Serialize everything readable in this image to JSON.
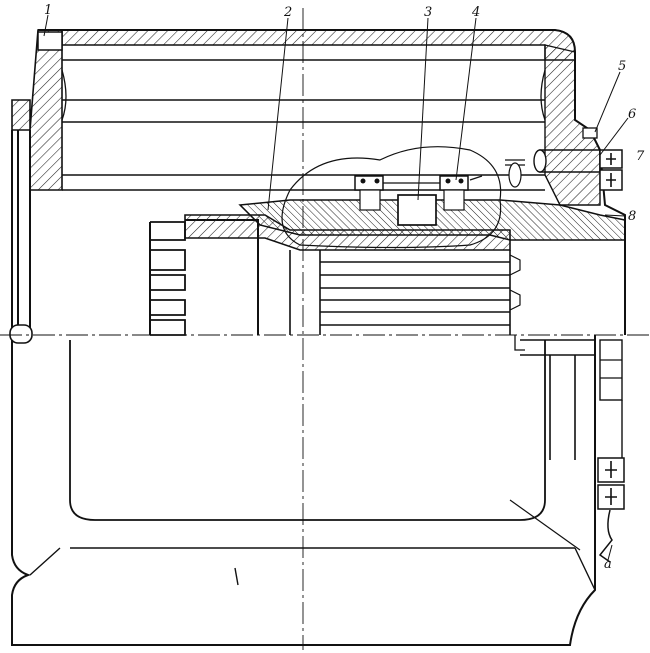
{
  "colors": {
    "ink": "#111111",
    "paper": "#ffffff",
    "hatch": "#222222"
  },
  "callouts": {
    "c1": "1",
    "c2": "2",
    "c3": "3",
    "c4": "4",
    "c5": "5",
    "c6": "6",
    "c7": "7",
    "c8": "8",
    "ca": "a"
  }
}
